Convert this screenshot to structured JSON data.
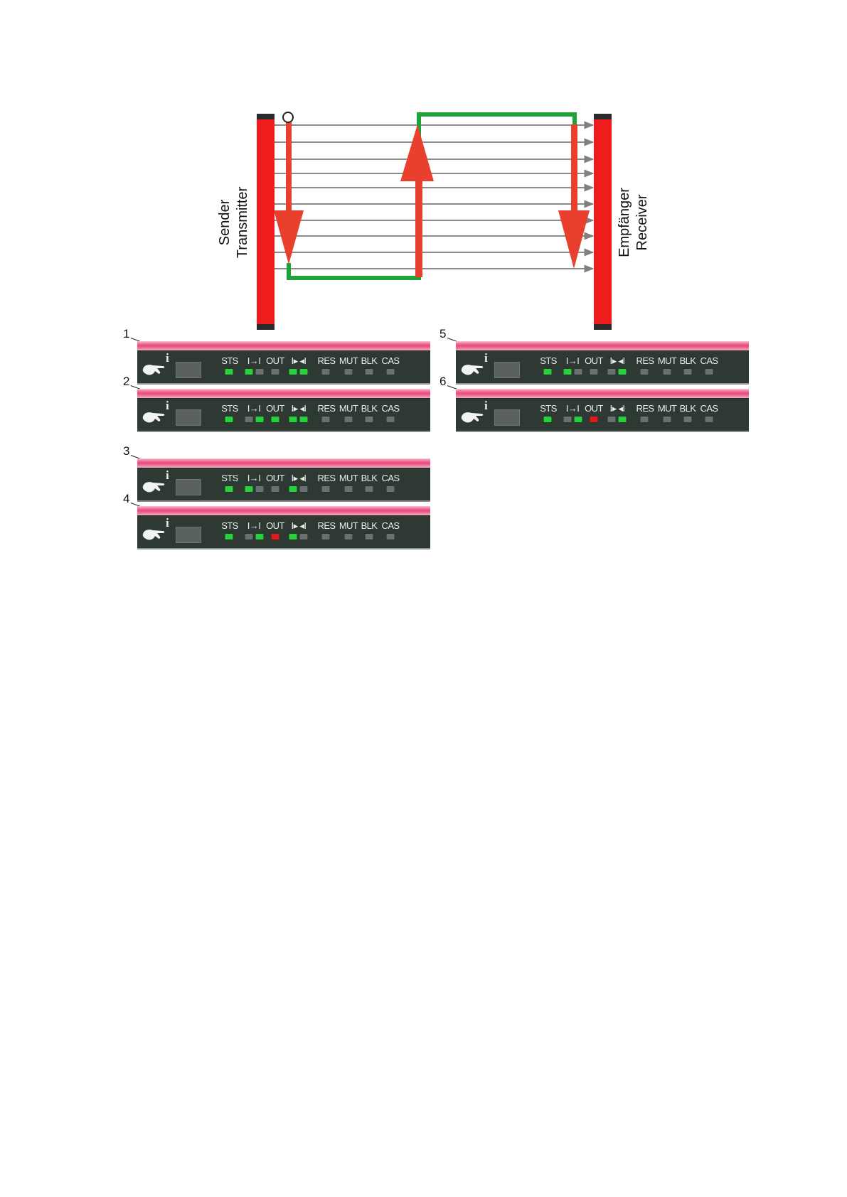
{
  "diagram": {
    "transmitter_label": {
      "line1": "Sender",
      "line2": "Transmitter"
    },
    "receiver_label": {
      "line1": "Empfänger",
      "line2": "Receiver"
    },
    "beam_count": 10
  },
  "led_labels": [
    "STS",
    "I→I",
    "OUT",
    "I▸ ◂I",
    "RES",
    "MUT",
    "BLK",
    "CAS"
  ],
  "info_symbol": "i",
  "led_colors": {
    "off": "#6b716e",
    "green": "#27d13a",
    "red": "#e01a1a"
  },
  "panels": [
    {
      "number": "1",
      "leds": [
        "green",
        "green",
        "off",
        "off",
        "green",
        "green",
        "off",
        "off",
        "off",
        "off"
      ]
    },
    {
      "number": "2",
      "leds": [
        "green",
        "off",
        "green",
        "green",
        "green",
        "green",
        "off",
        "off",
        "off",
        "off"
      ]
    },
    {
      "number": "3",
      "leds": [
        "green",
        "green",
        "off",
        "off",
        "green",
        "off",
        "off",
        "off",
        "off",
        "off"
      ]
    },
    {
      "number": "4",
      "leds": [
        "green",
        "off",
        "green",
        "red",
        "green",
        "off",
        "off",
        "off",
        "off",
        "off"
      ]
    },
    {
      "number": "5",
      "leds": [
        "green",
        "green",
        "off",
        "off",
        "off",
        "green",
        "off",
        "off",
        "off",
        "off"
      ]
    },
    {
      "number": "6",
      "leds": [
        "green",
        "off",
        "green",
        "red",
        "off",
        "green",
        "off",
        "off",
        "off",
        "off"
      ]
    }
  ]
}
